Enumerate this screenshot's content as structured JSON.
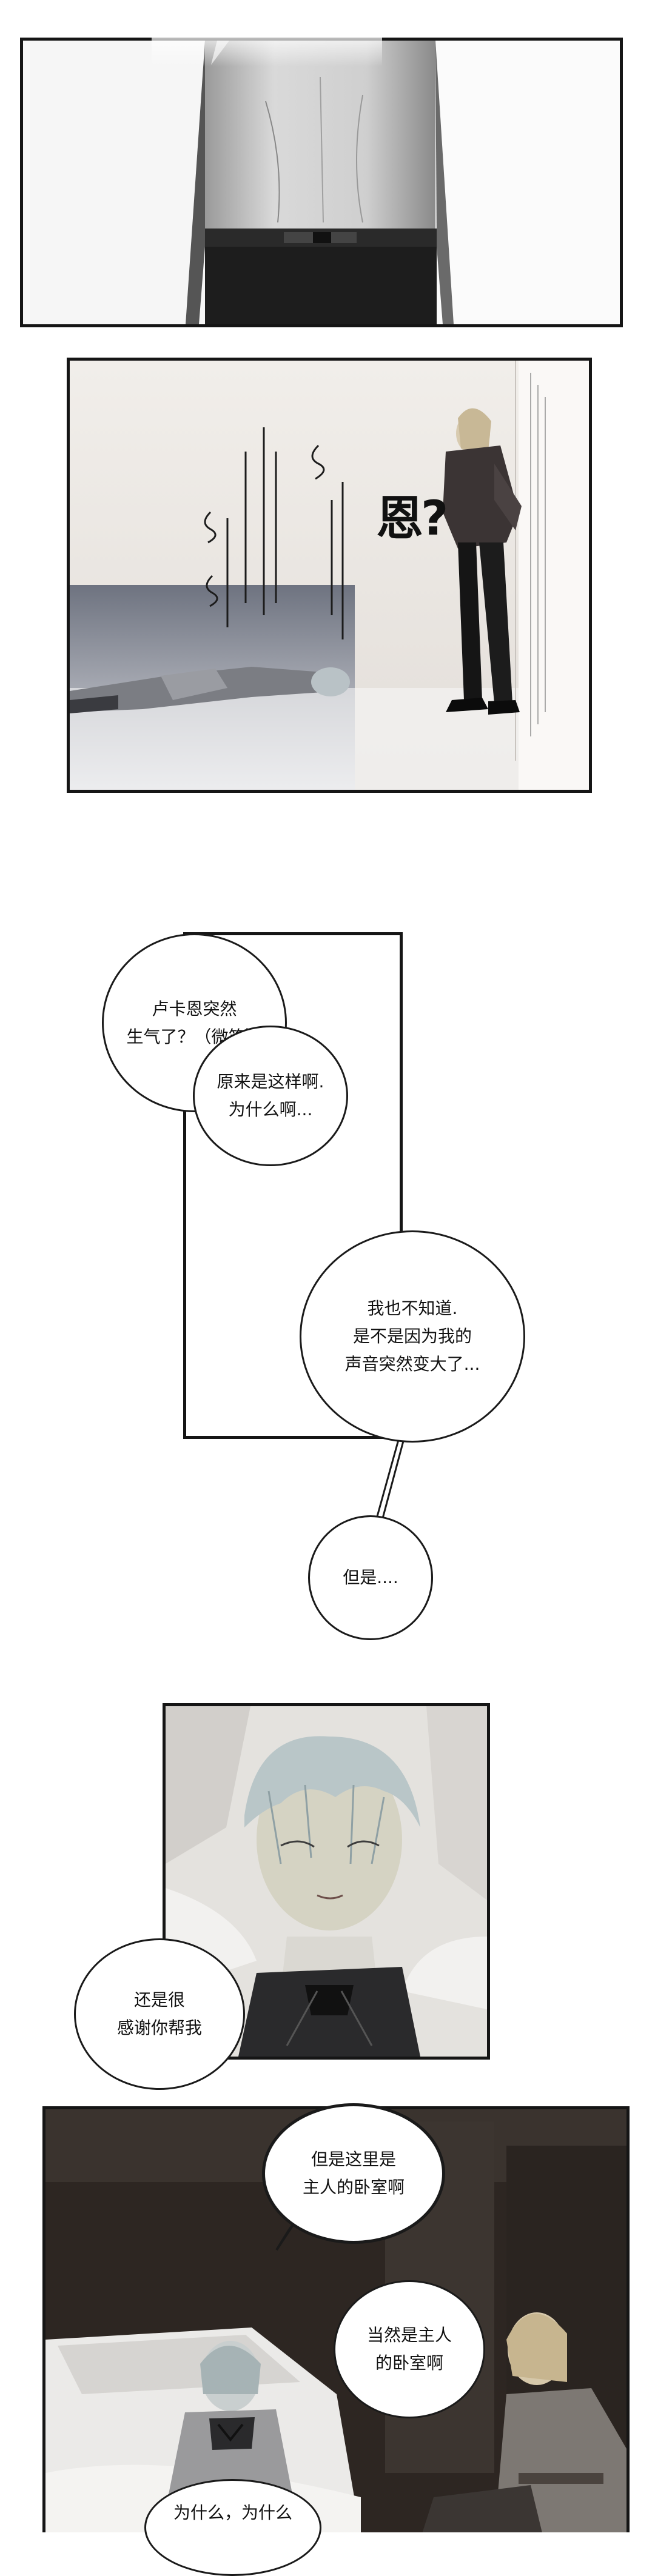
{
  "panel2": {
    "sfx": "恩?"
  },
  "bubbles": {
    "b1": [
      "卢卡恩突然",
      "生气了？（微笑）"
    ],
    "b2": [
      "原来是这样啊.",
      "为什么啊..."
    ],
    "b3": [
      "我也不知道.",
      "是不是因为我的",
      "声音突然变大了..."
    ],
    "b4": [
      "但是...."
    ],
    "b5": [
      "还是很",
      "感谢你帮我"
    ],
    "b6": [
      "但是这里是",
      "主人的卧室啊"
    ],
    "b7": [
      "当然是主人",
      "的卧室啊"
    ],
    "b8": [
      "为什么，为什么"
    ]
  }
}
